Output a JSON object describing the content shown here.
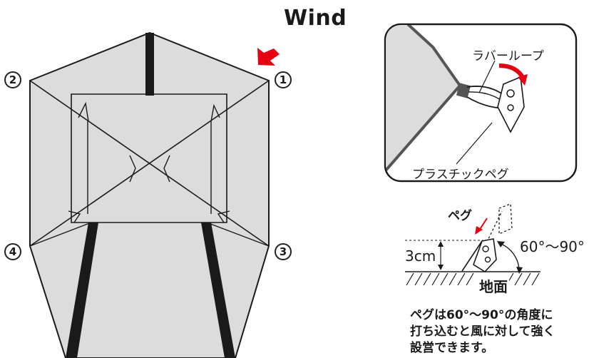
{
  "left_diagram": {
    "wind_label": "Wind",
    "corner_1": "1",
    "corner_2": "2",
    "corner_3": "3",
    "corner_4": "4"
  },
  "detail_top": {
    "rubber_loop_label": "ラバーループ",
    "plastic_peg_label": "プラスチックペグ"
  },
  "detail_bottom": {
    "peg_label": "ペグ",
    "angle_label": "60°～90°",
    "depth_label": "3cm",
    "ground_label": "地面"
  },
  "note_lines": [
    "ペグは60°～90°の角度に",
    "打ち込むと風に対して強く",
    "設営できます。"
  ],
  "colors": {
    "tent_fill": "#dcdcdc",
    "outline": "#1a1a1a",
    "wind_arrow": "#e60012"
  }
}
